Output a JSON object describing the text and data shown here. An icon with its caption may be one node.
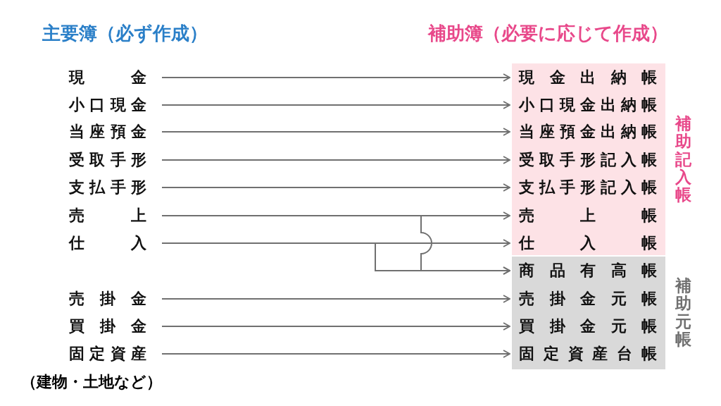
{
  "diagram": {
    "nodes": [
      {
        "text": [
          "現金"
        ]
      },
      {
        "text": [
          "小口現金"
        ]
      },
      {
        "text": [
          "当座預金"
        ]
      },
      {
        "text": [
          "受取手形"
        ]
      },
      {
        "text": [
          "支払手形"
        ]
      },
      {
        "text": [
          "売上"
        ]
      },
      {
        "text": [
          "仕入"
        ]
      },
      {
        "text": [
          "売掛金"
        ]
      },
      {
        "text": [
          "買掛金"
        ]
      },
      {
        "text": [
          "固定資産"
        ],
        "beside": [
          "（建物・土地など）"
        ]
      },
      {
        "text": [
          "補助記入帳"
        ]
      },
      {
        "text": [
          "現金出納帳"
        ],
        "in": 10
      },
      {
        "text": [
          "小口現金出納帳"
        ],
        "in": 10
      },
      {
        "text": [
          "当座預金出納帳"
        ],
        "in": 10
      },
      {
        "text": [
          "受取手形記入帳"
        ],
        "in": 10
      },
      {
        "text": [
          "支払手形記入帳"
        ],
        "in": 10
      },
      {
        "text": [
          "売上帳"
        ],
        "in": 10
      },
      {
        "text": [
          "仕入帳"
        ],
        "in": 10
      },
      {
        "text": [
          "補助元帳"
        ]
      },
      {
        "text": [
          "商品有高帳"
        ],
        "in": 18
      },
      {
        "text": [
          "売掛金元帳"
        ],
        "in": 18
      },
      {
        "text": [
          "買掛金元帳"
        ],
        "in": 18
      },
      {
        "text": [
          "固定資産台帳"
        ],
        "in": 18
      }
    ],
    "edges": [
      {
        "from": 0,
        "to": 11,
        "arrow": "to"
      },
      {
        "from": 1,
        "to": 12,
        "arrow": "to"
      },
      {
        "from": 2,
        "to": 13,
        "arrow": "to"
      },
      {
        "from": 3,
        "to": 14,
        "arrow": "to"
      },
      {
        "from": 4,
        "to": 15,
        "arrow": "to"
      },
      {
        "from": 5,
        "to": 16,
        "arrow": "to"
      },
      {
        "from": 5,
        "to": 19,
        "arrow": "to"
      },
      {
        "from": 6,
        "to": 17,
        "arrow": "to"
      },
      {
        "from": 6,
        "to": 19,
        "arrow": "to"
      },
      {
        "from": 7,
        "to": 20,
        "arrow": "to"
      },
      {
        "from": 8,
        "to": 21,
        "arrow": "to"
      },
      {
        "from": 9,
        "to": 22,
        "arrow": "to"
      }
    ],
    "labels": [
      "主要簿（必ず作成）",
      "補助簿（必要に応じて作成）"
    ]
  }
}
